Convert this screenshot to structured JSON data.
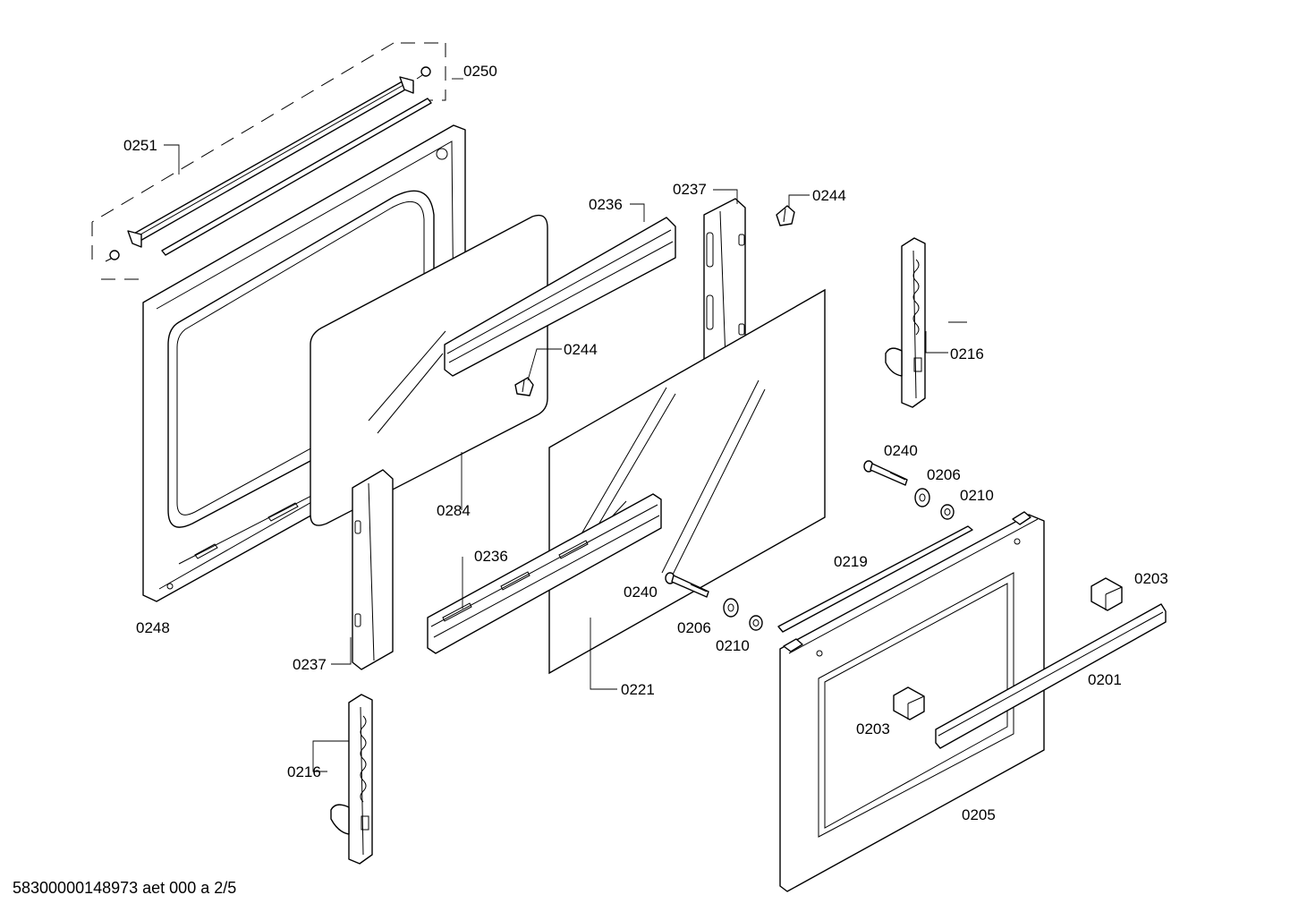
{
  "parts": {
    "p0250": "0250",
    "p0251": "0251",
    "p0236a": "0236",
    "p0237a": "0237",
    "p0244a": "0244",
    "p0216a": "0216",
    "p0244b": "0244",
    "p0240a": "0240",
    "p0206a": "0206",
    "p0210a": "0210",
    "p0284": "0284",
    "p0219": "0219",
    "p0203a": "0203",
    "p0236b": "0236",
    "p0240b": "0240",
    "p0206b": "0206",
    "p0210b": "0210",
    "p0248": "0248",
    "p0237b": "0237",
    "p0221": "0221",
    "p0201": "0201",
    "p0203b": "0203",
    "p0216b": "0216",
    "p0205": "0205"
  },
  "footer": "58300000148973 aet 000 a 2/5"
}
